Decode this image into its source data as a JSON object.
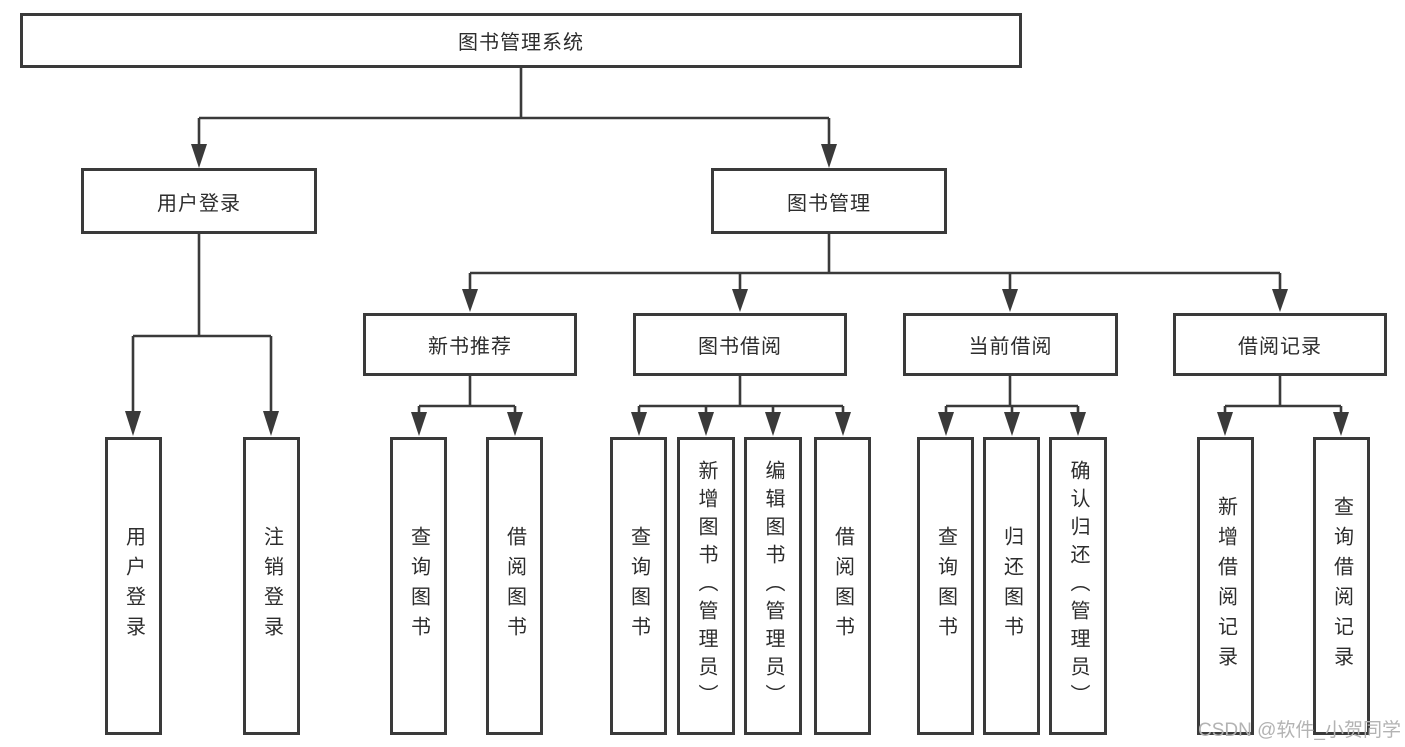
{
  "diagram_title": "图书管理系统",
  "tree": {
    "label": "图书管理系统",
    "children": [
      {
        "label": "用户登录",
        "children": [
          {
            "label": "用户登录"
          },
          {
            "label": "注销登录"
          }
        ]
      },
      {
        "label": "图书管理",
        "children": [
          {
            "label": "新书推荐",
            "children": [
              {
                "label": "查询图书"
              },
              {
                "label": "借阅图书"
              }
            ]
          },
          {
            "label": "图书借阅",
            "children": [
              {
                "label": "查询图书"
              },
              {
                "label": "新增图书（管理员）"
              },
              {
                "label": "编辑图书（管理员）"
              },
              {
                "label": "借阅图书"
              }
            ]
          },
          {
            "label": "当前借阅",
            "children": [
              {
                "label": "查询图书"
              },
              {
                "label": "归还图书"
              },
              {
                "label": "确认归还（管理员）"
              }
            ]
          },
          {
            "label": "借阅记录",
            "children": [
              {
                "label": "新增借阅记录"
              },
              {
                "label": "查询借阅记录"
              }
            ]
          }
        ]
      }
    ]
  },
  "watermark": {
    "text": "CSDN @软件_小贺同学"
  },
  "colors": {
    "line": "#3a3a3a",
    "text": "#2d2d2d",
    "watermark": "#b3b3b3",
    "background": "#ffffff"
  }
}
